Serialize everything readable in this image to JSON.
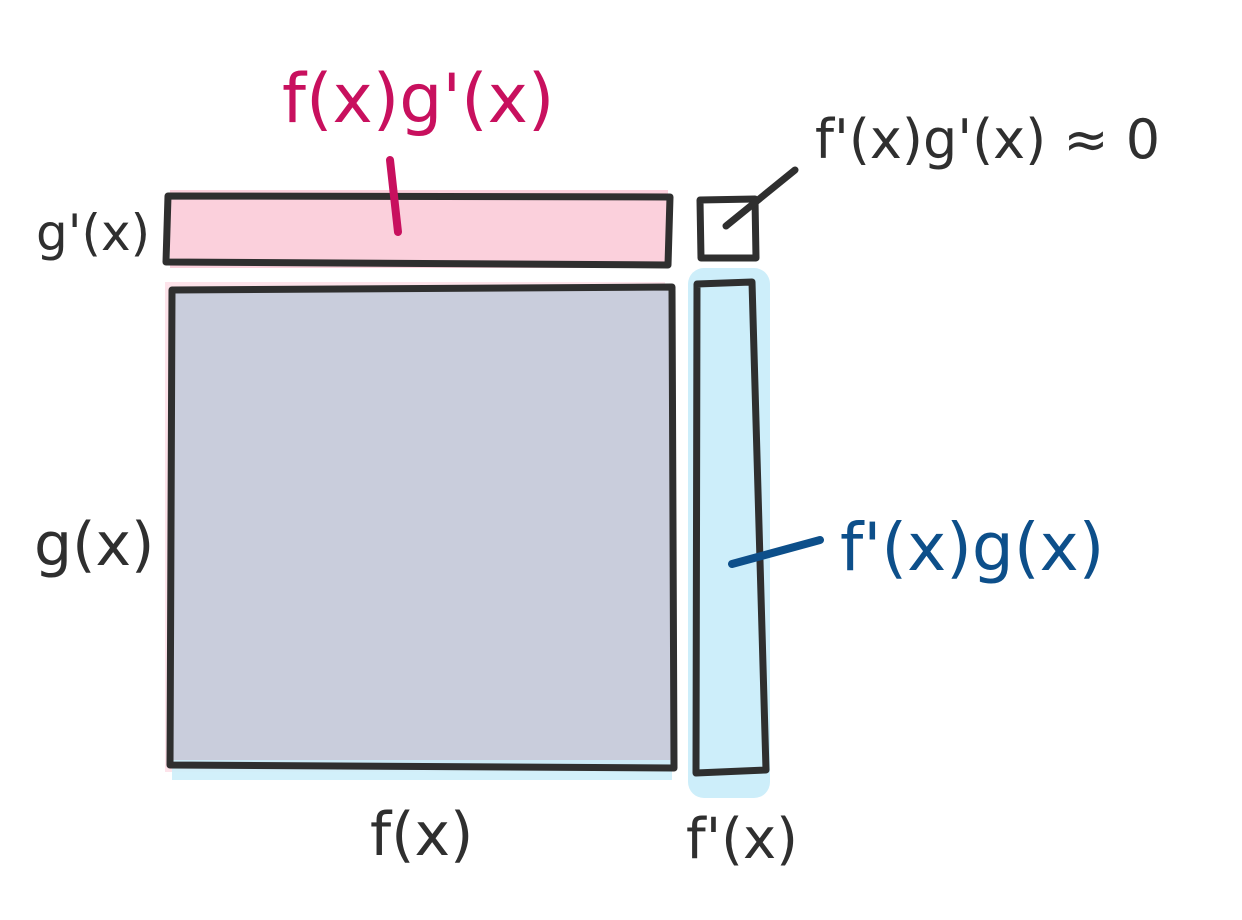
{
  "labels": {
    "top_strip": "f(x)g'(x)",
    "corner_square": "f'(x)g'(x) ≈ 0",
    "right_strip": "f'(x)g(x)",
    "left_top": "g'(x)",
    "left_main": "g(x)",
    "bottom_main": "f(x)",
    "bottom_right": "f'(x)"
  },
  "colors": {
    "pink_fill": "#fbd0dc",
    "pink_label": "#c8105e",
    "blue_fill": "#cdeefa",
    "blue_label": "#0d4f8a",
    "gray_fill": "#c9cddc",
    "stroke": "#2f2f2f"
  }
}
